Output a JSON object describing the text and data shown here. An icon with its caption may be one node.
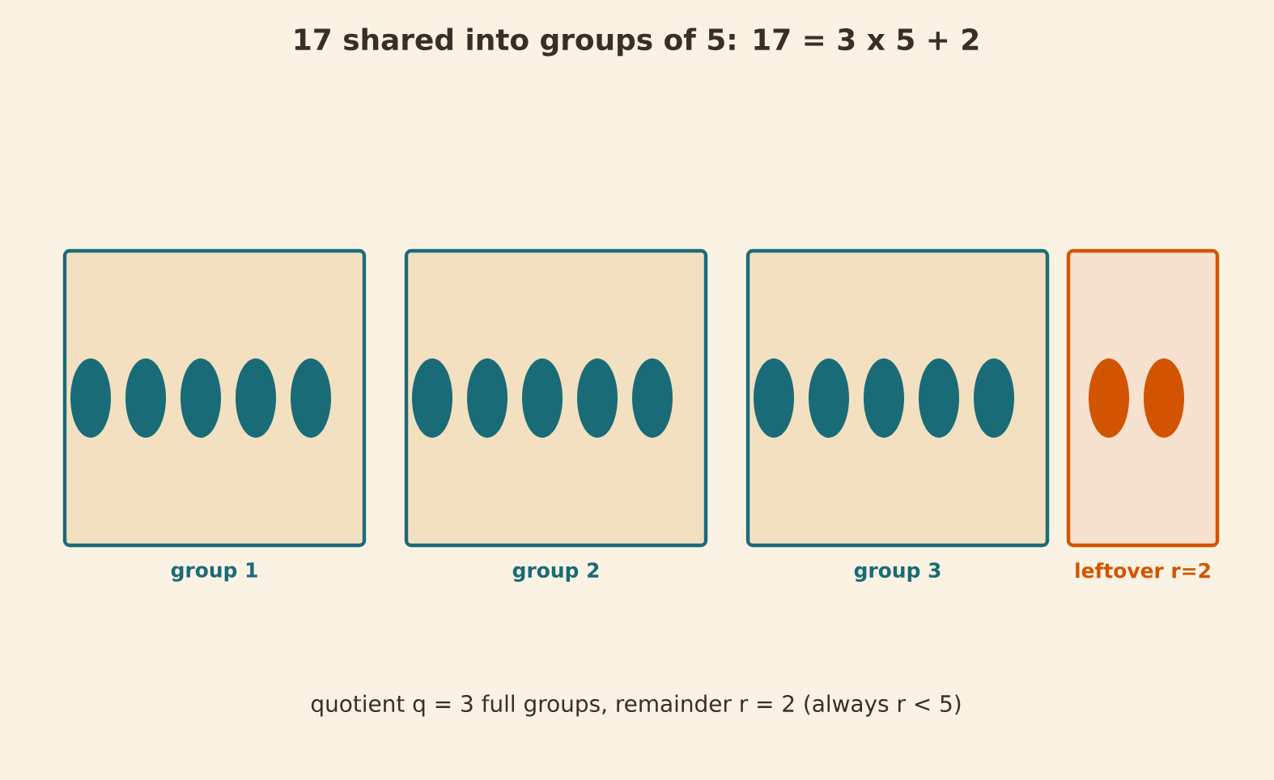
{
  "diagram": {
    "title": "17 shared into groups of 5:  17 = 3 x 5 + 2",
    "nodes": [
      {
        "text": [
          "group 1"
        ]
      },
      {
        "text": [
          "group 2"
        ]
      },
      {
        "text": [
          "group 3"
        ]
      },
      {
        "text": [
          "leftover r=2"
        ]
      }
    ],
    "caption": "quotient q = 3 full groups,  remainder r = 2  (always r < 5)"
  }
}
